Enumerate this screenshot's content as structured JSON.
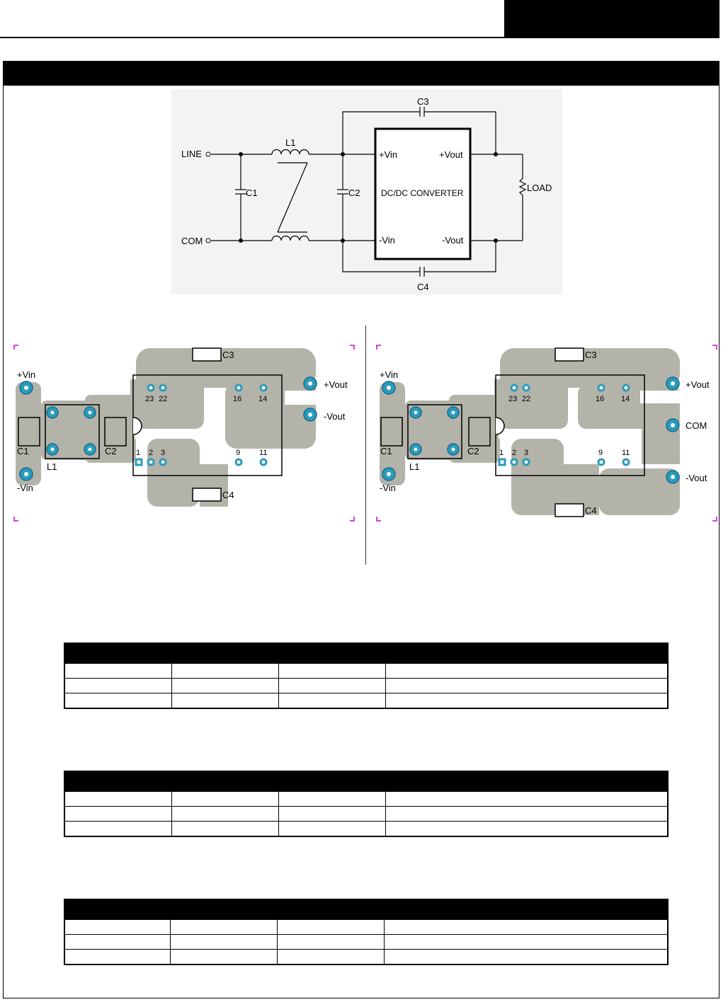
{
  "schematic": {
    "line_label": "LINE",
    "com_label": "COM",
    "l1": "L1",
    "c1": "C1",
    "c2": "C2",
    "c3": "C3",
    "c4": "C4",
    "vin_pos": "+Vin",
    "vin_neg": "-Vin",
    "vout_pos": "+Vout",
    "vout_neg": "-Vout",
    "converter": "DC/DC CONVERTER",
    "load": "LOAD"
  },
  "pcb_left": {
    "vin_pos": "+Vin",
    "vin_neg": "-Vin",
    "vout_pos": "+Vout",
    "vout_neg": "-Vout",
    "c1": "C1",
    "c2": "C2",
    "c3": "C3",
    "c4": "C4",
    "l1": "L1",
    "pins": [
      "23",
      "22",
      "16",
      "14",
      "1",
      "2",
      "3",
      "9",
      "11"
    ]
  },
  "pcb_right": {
    "vin_pos": "+Vin",
    "vin_neg": "-Vin",
    "vout_pos": "+Vout",
    "com": "COM",
    "vout_neg": "-Vout",
    "c1": "C1",
    "c2": "C2",
    "c3": "C3",
    "c4": "C4",
    "l1": "L1",
    "pins": [
      "23",
      "22",
      "16",
      "14",
      "1",
      "2",
      "3",
      "9",
      "11"
    ]
  },
  "colors": {
    "copper": "#b3b3a9",
    "pad": "#2a9bbd",
    "corner_mark": "#d000d0"
  }
}
